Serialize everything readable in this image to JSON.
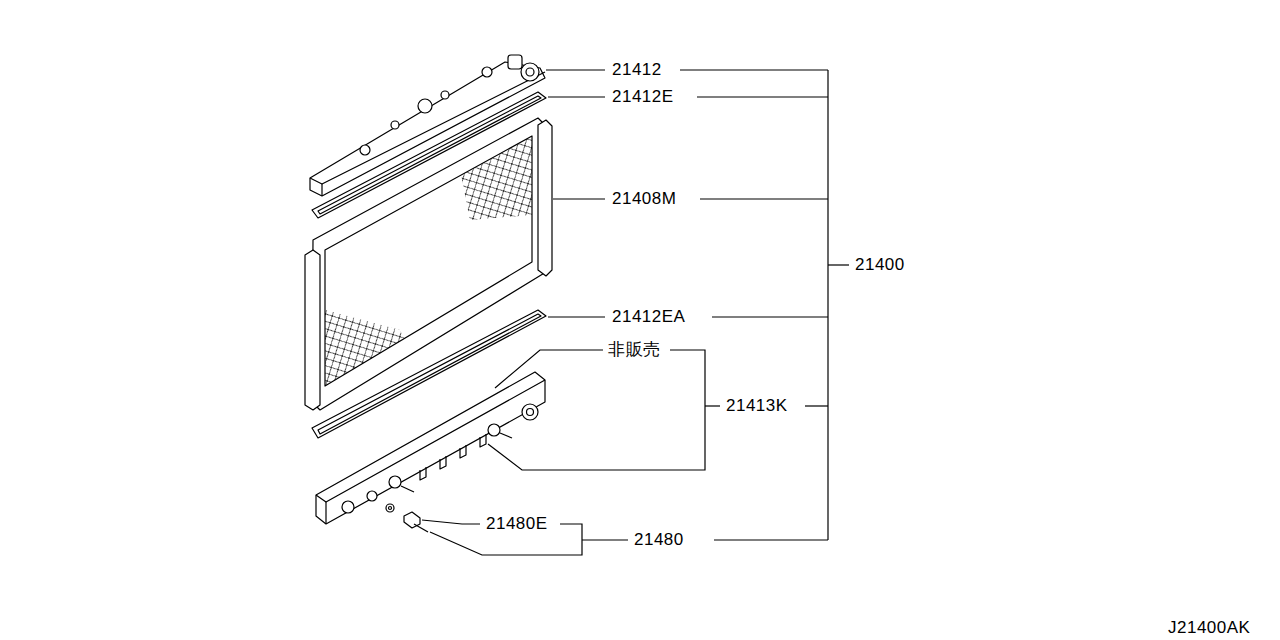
{
  "diagram": {
    "labels": [
      "21412",
      "21412E",
      "21408M",
      "21400",
      "21412EA",
      "非販売",
      "21413K",
      "21480E",
      "21480",
      "J21400AK"
    ]
  }
}
